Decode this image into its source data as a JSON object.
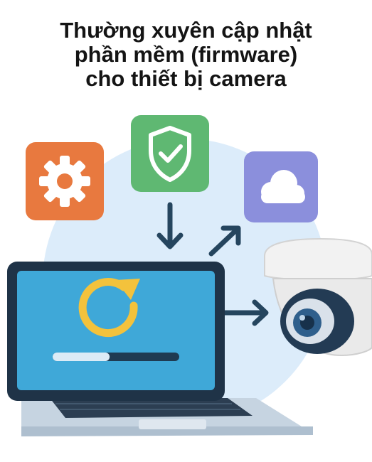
{
  "title": {
    "line1": "Thường xuyên cập nhật",
    "line2": "phần mềm (firmware)",
    "line3": "cho thiết bị camera"
  },
  "icons": {
    "settings": "gear-icon",
    "security": "shield-check-icon",
    "cloud": "cloud-icon",
    "update": "refresh-icon",
    "device": "security-camera-icon"
  },
  "update_progress": 0.45,
  "colors": {
    "gear_tile": "#e8793f",
    "shield_tile": "#5fb872",
    "cloud_tile": "#8b8fdc",
    "laptop_screen": "#3fa8d8",
    "refresh": "#f3c23c",
    "arrow": "#25455e",
    "background_circle": "#dcecfa"
  }
}
